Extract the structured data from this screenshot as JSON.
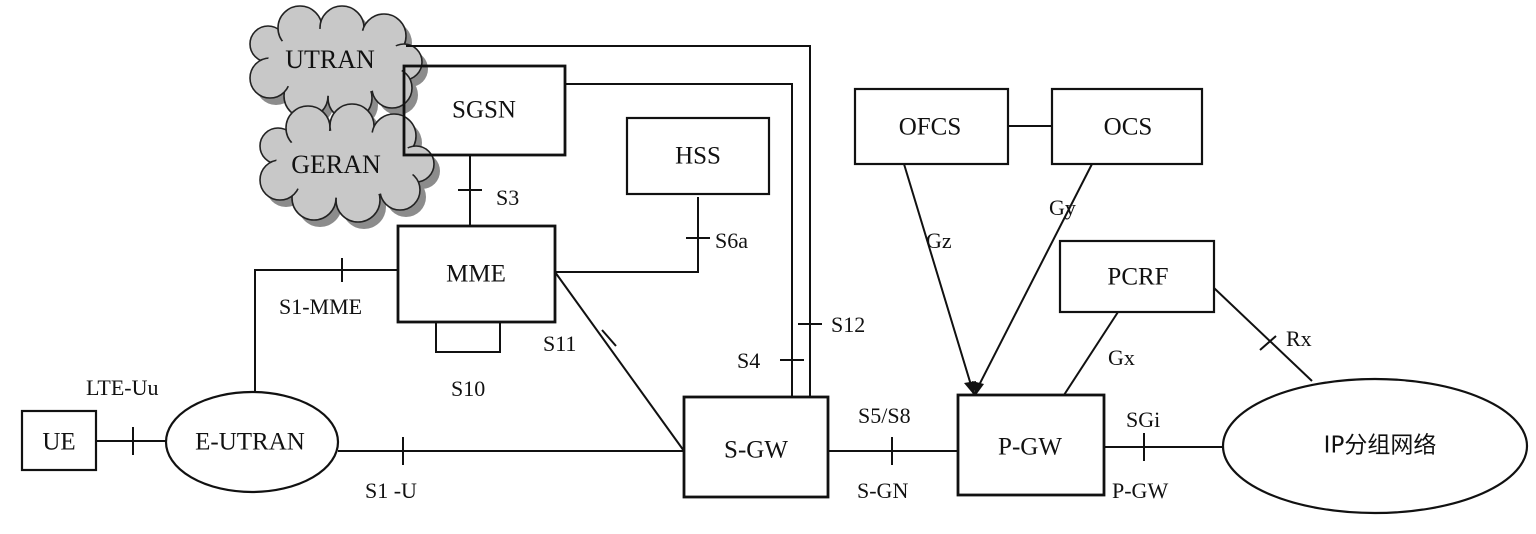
{
  "nodes": {
    "ue": "UE",
    "eutran": "E-UTRAN",
    "utran": "UTRAN",
    "geran": "GERAN",
    "sgsn": "SGSN",
    "hss": "HSS",
    "mme": "MME",
    "sgw": "S-GW",
    "pgw": "P-GW",
    "ofcs": "OFCS",
    "ocs": "OCS",
    "pcrf": "PCRF",
    "ip_network": "IP分组网络"
  },
  "interfaces": {
    "lte_uu": "LTE-Uu",
    "s1_mme": "S1-MME",
    "s1_u": "S1 -U",
    "s3": "S3",
    "s6a": "S6a",
    "s10": "S10",
    "s11": "S11",
    "s4": "S4",
    "s12": "S12",
    "s5_s8": "S5/S8",
    "s_gn": "S-GN",
    "gz": "Gz",
    "gy": "Gy",
    "gx": "Gx",
    "rx": "Rx",
    "sgi": "SGi",
    "p_gw_iface": "P-GW"
  },
  "colors": {
    "line": "#111111",
    "cloud_fill": "#c8c8c8",
    "cloud_shadow": "#8c8c8c"
  }
}
